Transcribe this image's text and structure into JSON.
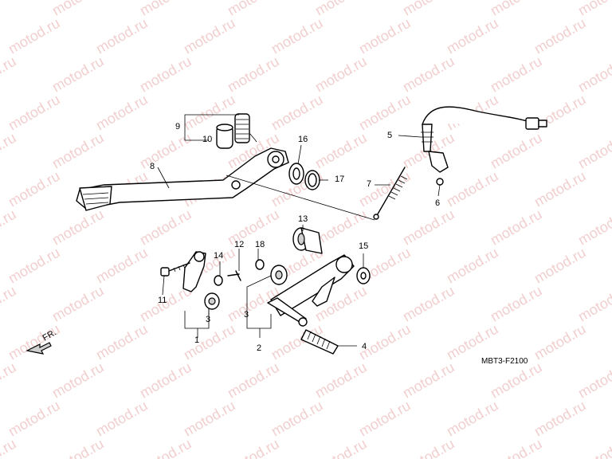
{
  "watermark_text": "motod.ru",
  "diagram_code": "MBT3-F2100",
  "direction_label": "FR.",
  "callouts": [
    "1",
    "2",
    "3",
    "3",
    "4",
    "5",
    "6",
    "7",
    "8",
    "9",
    "10",
    "11",
    "12",
    "13",
    "14",
    "15",
    "16",
    "17",
    "18"
  ],
  "colors": {
    "watermark": "#f2cfcf",
    "ink": "#000000",
    "background": "#ffffff"
  }
}
